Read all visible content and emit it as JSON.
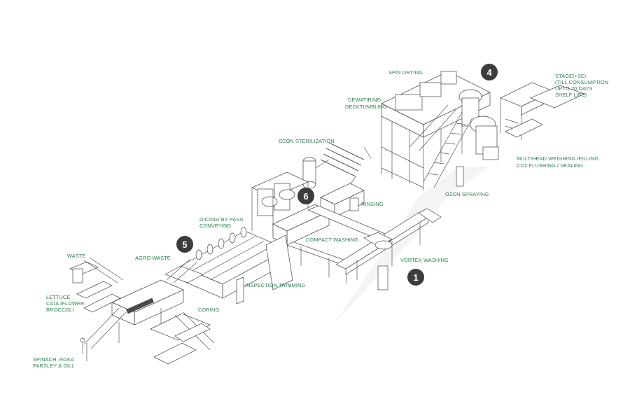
{
  "diagram": {
    "labels": {
      "spin_drying": "SPIN DRYING",
      "stage_line1": "STAGE(+2C)",
      "stage_line2": "(TILL CONSUMPTION",
      "stage_line3": "UPTO 20 DAYS",
      "stage_line4": "SHELF LIFE)",
      "dewatiring_line1": "DEWATIRING",
      "dewatiring_line2": "DECKTUMBLING",
      "ozon_sterilization": "OZON STERILIZATION",
      "multihead_line1": "MULTIHEAD WEIGHING /FILLING",
      "multihead_line2": "CO2 FLUSHING / SEALING",
      "ozon_spraying": "OZON SPRAYING",
      "rinsing": "RINSING",
      "dicing_line1": "DICING/ BY PASS",
      "dicing_line2": "CONVEYING",
      "compact_washing": "COMPACT WASHING",
      "waste": "WASTE",
      "agro_waste": "AGRO WASTE",
      "vortex_washing": "VORTEX WASHING",
      "inspection_trimming": "INSPECTION TRIMMING",
      "lettuce_line1": "LETTUCE",
      "lettuce_line2": "CAULIFLOWER",
      "lettuce_line3": "BROCCOLI",
      "coring": "CORING",
      "spinach_line1": "SPINACH, ROKA",
      "spinach_line2": "PARSLEY & DILL"
    },
    "markers": {
      "m1": "1",
      "m4": "4",
      "m5": "5",
      "m6": "6"
    },
    "colors": {
      "label": "#2e7d4f",
      "marker": "#3c3c3c",
      "line": "#555555"
    }
  }
}
